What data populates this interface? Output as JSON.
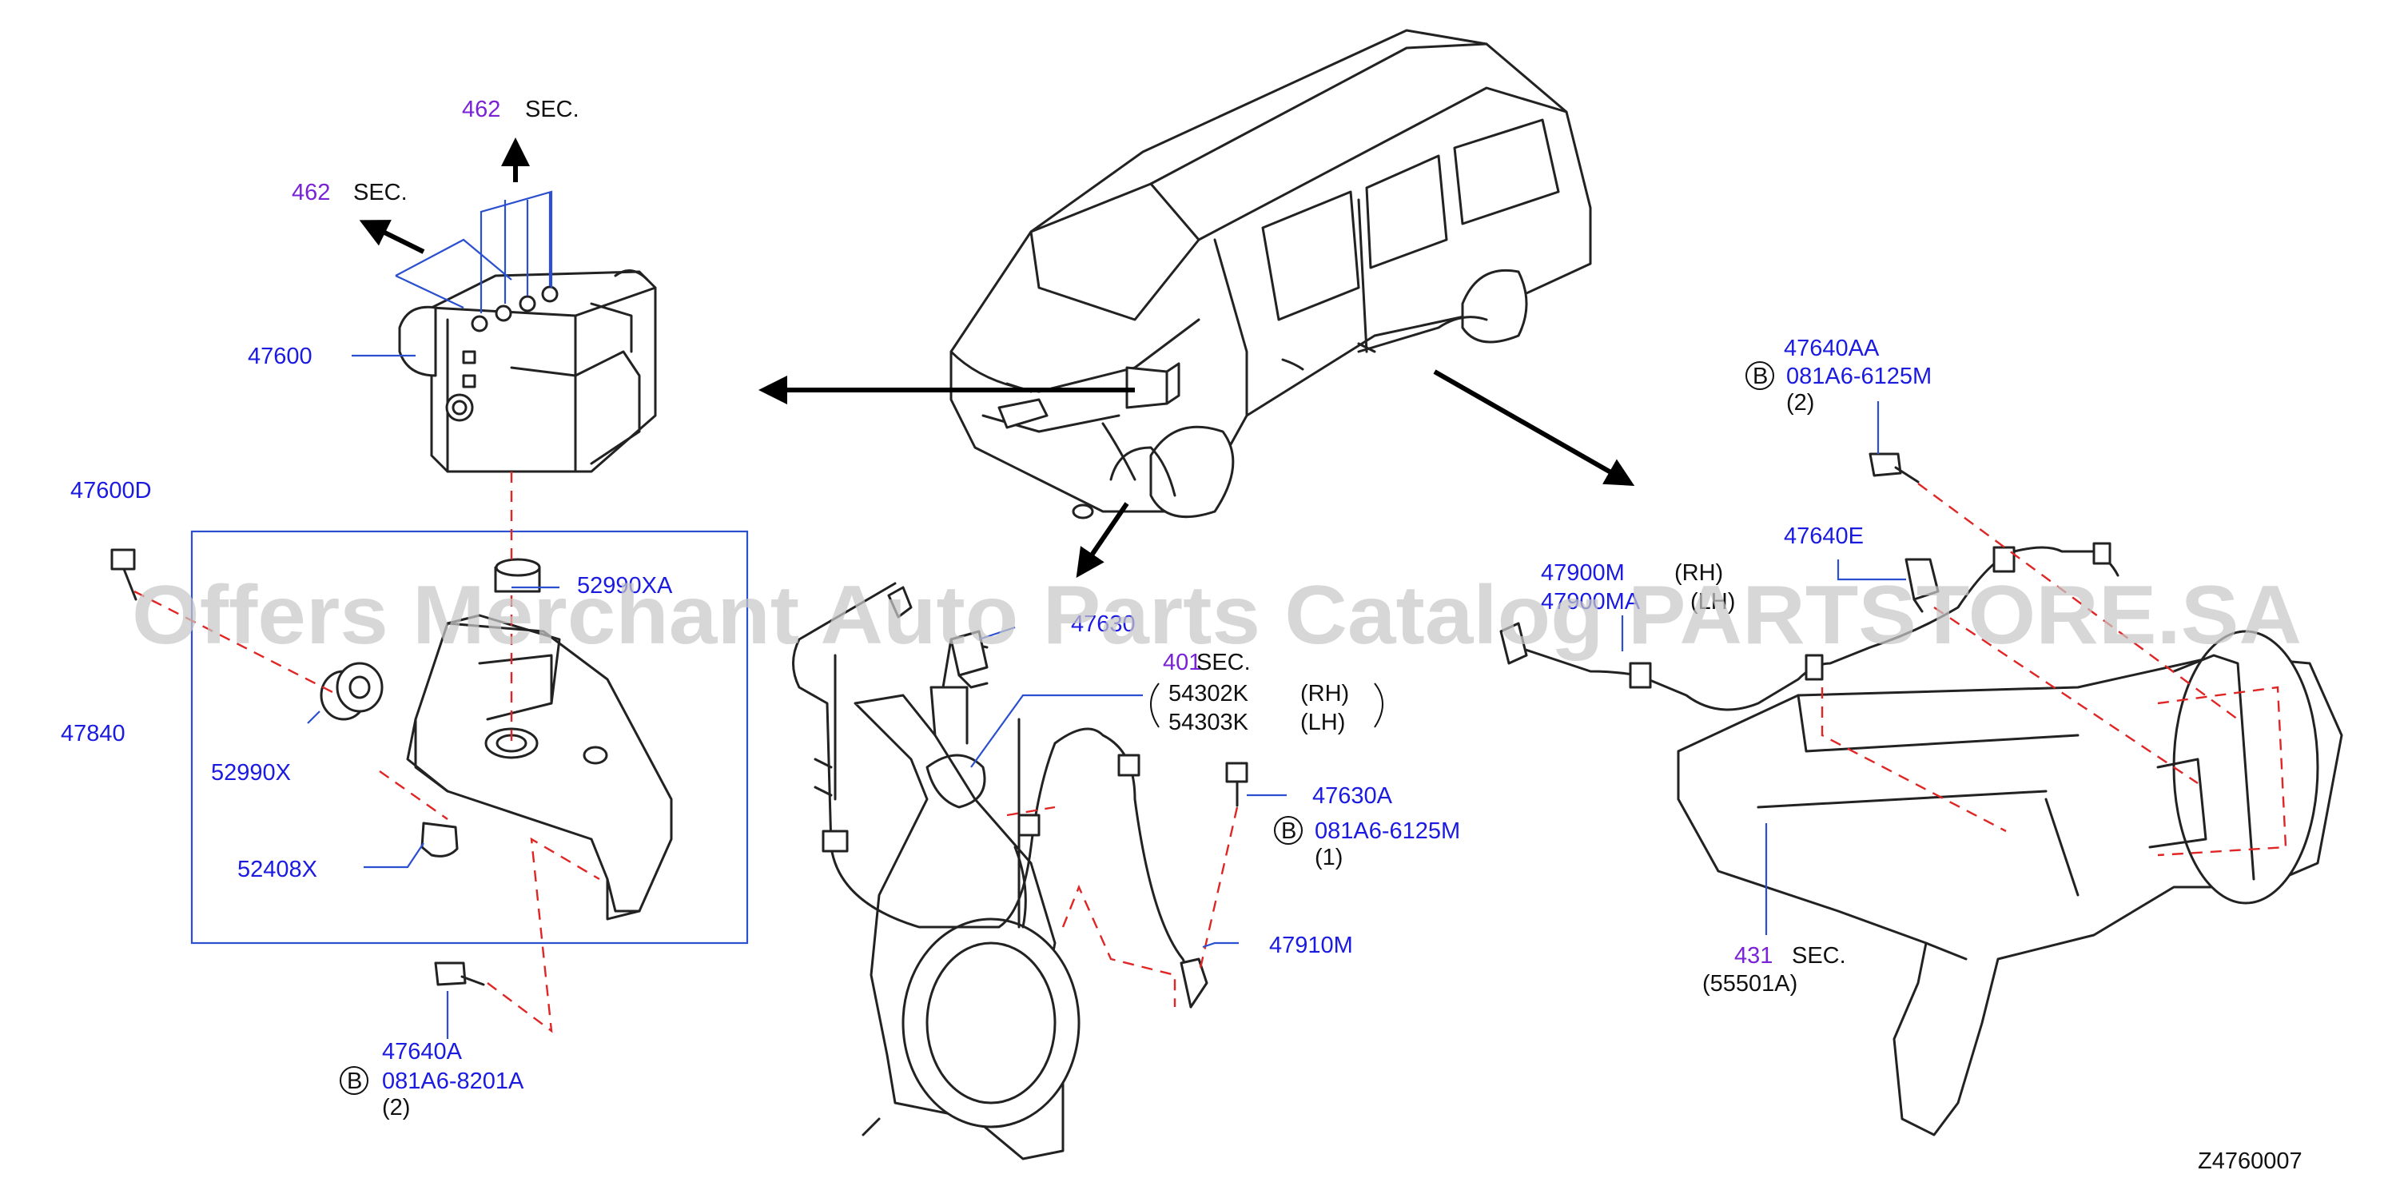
{
  "diagram_id": "Z4760007",
  "watermark": "Offers Merchant Auto Parts Catalog PARTSTORE.SA",
  "colors": {
    "part_label": "#1a1ae0",
    "section_ref": "#7a22d6",
    "leader": "#2a4fd1",
    "dashed_guide": "#e02525",
    "drawing": "#222222"
  },
  "labels": {
    "sec_462_top": {
      "num": "462",
      "text": "SEC."
    },
    "sec_462_left": {
      "num": "462",
      "text": "SEC."
    },
    "p47600": "47600",
    "p47600D": "47600D",
    "p52990XA": "52990XA",
    "p47840": "47840",
    "p52990X": "52990X",
    "p52408X": "52408X",
    "p47640A": "47640A",
    "b1": {
      "badge": "B",
      "code": "081A6-8201A",
      "qty": "(2)"
    },
    "p47630": "47630",
    "sec_401": {
      "num": "401",
      "text": "SEC."
    },
    "p54302K": "54302K",
    "p54302K_side": "(RH)",
    "p54303K": "54303K",
    "p54303K_side": "(LH)",
    "p47630A": "47630A",
    "b2": {
      "badge": "B",
      "code": "081A6-6125M",
      "qty": "(1)"
    },
    "p47910M": "47910M",
    "p47640AA": "47640AA",
    "b3": {
      "badge": "B",
      "code": "081A6-6125M",
      "qty": "(2)"
    },
    "p47640E": "47640E",
    "p47900M": "47900M",
    "p47900M_side": "(RH)",
    "p47900MA": "47900MA",
    "p47900MA_side": "(LH)",
    "sec_431": {
      "num": "431",
      "text": "SEC."
    },
    "p55501A": "(55501A)"
  },
  "icons": [
    "abs-actuator-drawing",
    "vehicle-drawing",
    "front-sensor-drawing",
    "rear-axle-drawing",
    "bolt-icon",
    "clip-icon",
    "bushing-icon"
  ]
}
